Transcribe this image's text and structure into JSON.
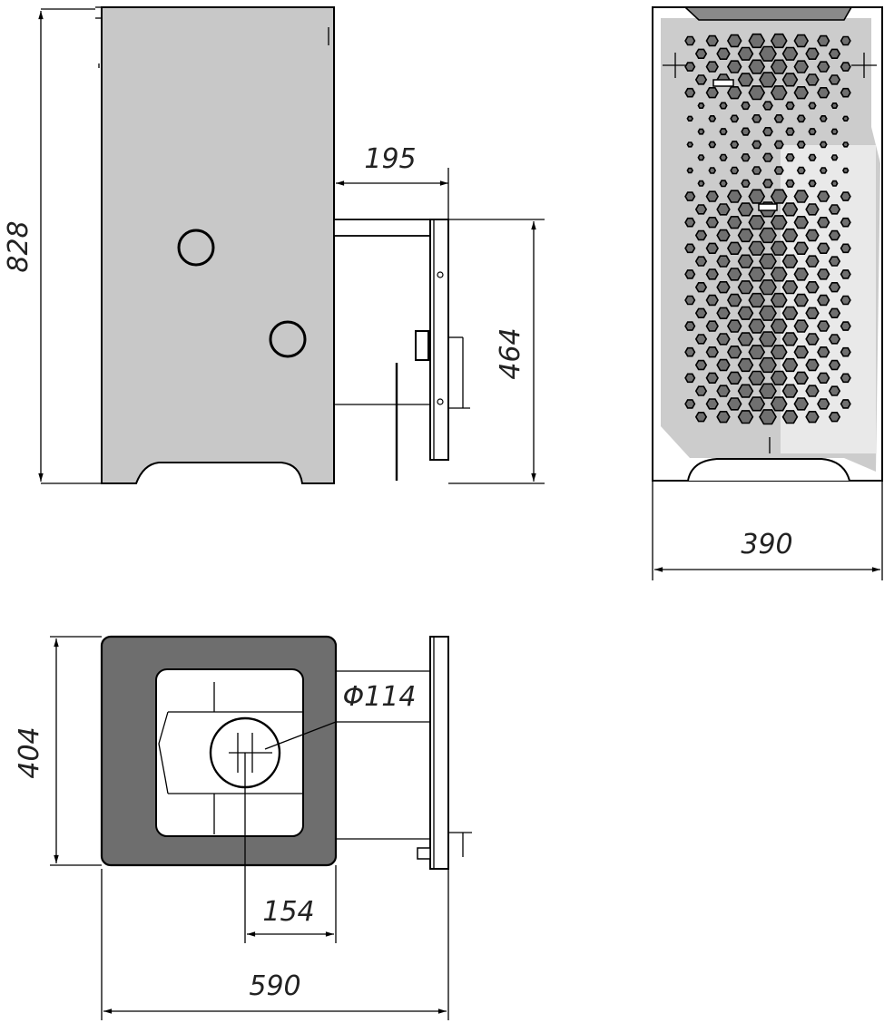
{
  "dimensions": {
    "height_total": "828",
    "chimney_offset": "195",
    "chimney_height": "464",
    "width_front": "390",
    "depth_top": "404",
    "pipe_diameter": "Φ114",
    "pipe_offset": "154",
    "length_total": "590"
  },
  "colors": {
    "body": "#c8c8c8",
    "top_plate": "#6e6e6e",
    "hex_holes": "#707070"
  }
}
